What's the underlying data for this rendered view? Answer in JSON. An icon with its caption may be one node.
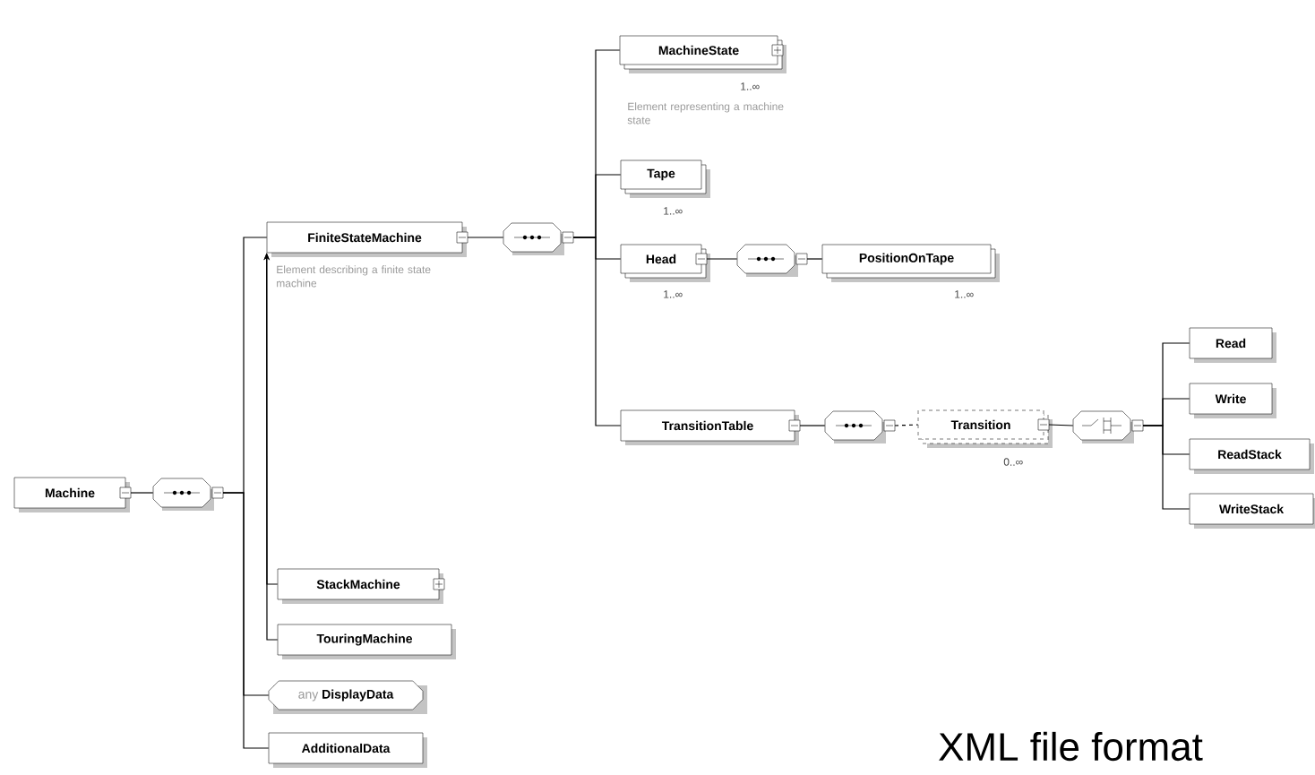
{
  "diagram": {
    "caption": "XML file format",
    "nodes": [
      {
        "text": [
          "Machine"
        ]
      },
      {
        "text": [],
        "shape": "octagon"
      },
      {
        "text": [
          "FiniteStateMachine"
        ],
        "beside": [
          "Element describing a finite state machine"
        ]
      },
      {
        "text": [],
        "shape": "octagon"
      },
      {
        "text": [
          "MachineState"
        ],
        "beside": [
          "1..∞",
          "Element representing a machine state"
        ]
      },
      {
        "text": [
          "Tape"
        ],
        "beside": [
          "1..∞"
        ]
      },
      {
        "text": [
          "Head"
        ],
        "beside": [
          "1..∞"
        ]
      },
      {
        "text": [],
        "shape": "octagon"
      },
      {
        "text": [
          "PositionOnTape"
        ],
        "beside": [
          "1..∞"
        ]
      },
      {
        "text": [
          "TransitionTable"
        ]
      },
      {
        "text": [],
        "shape": "octagon"
      },
      {
        "text": [
          "Transition"
        ],
        "beside": [
          "0..∞"
        ]
      },
      {
        "text": [],
        "shape": "octagon"
      },
      {
        "text": [
          "Read"
        ]
      },
      {
        "text": [
          "Write"
        ]
      },
      {
        "text": [
          "ReadStack"
        ]
      },
      {
        "text": [
          "WriteStack"
        ]
      },
      {
        "text": [
          "StackMachine"
        ]
      },
      {
        "text": [
          "TouringMachine"
        ]
      },
      {
        "text": [
          "any",
          "DisplayData"
        ]
      },
      {
        "text": [
          "AdditionalData"
        ]
      }
    ],
    "edges": [
      {
        "from": 0,
        "to": 1,
        "arrow": "none"
      },
      {
        "from": 1,
        "to": 2,
        "arrow": "none"
      },
      {
        "from": 1,
        "to": 19,
        "arrow": "none"
      },
      {
        "from": 1,
        "to": 20,
        "arrow": "none"
      },
      {
        "from": 17,
        "to": 2,
        "arrow": "to"
      },
      {
        "from": 18,
        "to": 2,
        "arrow": "to"
      },
      {
        "from": 2,
        "to": 3,
        "arrow": "none"
      },
      {
        "from": 3,
        "to": 4,
        "arrow": "none"
      },
      {
        "from": 3,
        "to": 5,
        "arrow": "none"
      },
      {
        "from": 3,
        "to": 6,
        "arrow": "none"
      },
      {
        "from": 3,
        "to": 9,
        "arrow": "none"
      },
      {
        "from": 6,
        "to": 7,
        "arrow": "none"
      },
      {
        "from": 7,
        "to": 8,
        "arrow": "none"
      },
      {
        "from": 9,
        "to": 10,
        "arrow": "none"
      },
      {
        "from": 10,
        "to": 11,
        "arrow": "none",
        "style": "dashed"
      },
      {
        "from": 11,
        "to": 12,
        "arrow": "none"
      },
      {
        "from": 12,
        "to": 13,
        "arrow": "none"
      },
      {
        "from": 12,
        "to": 14,
        "arrow": "none"
      },
      {
        "from": 12,
        "to": 15,
        "arrow": "none"
      },
      {
        "from": 12,
        "to": 16,
        "arrow": "none"
      }
    ]
  }
}
